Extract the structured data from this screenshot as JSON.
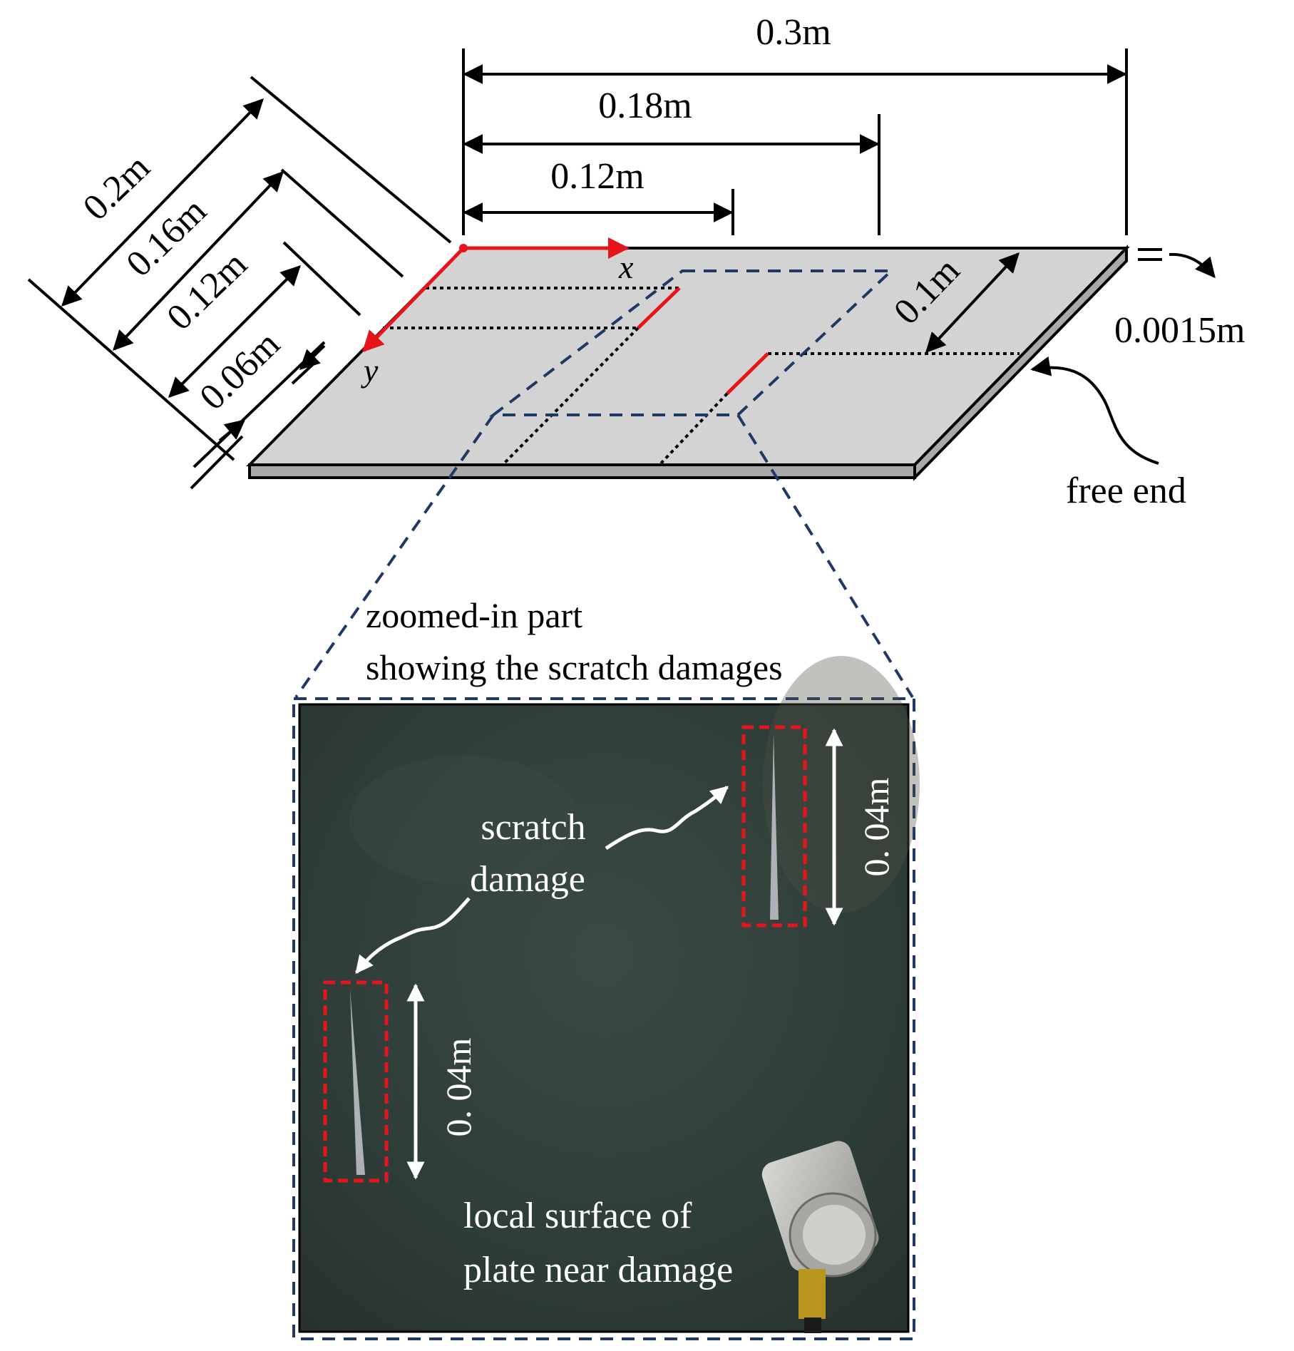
{
  "dimensions": {
    "length_x": "0.3m",
    "damage1_x": "0.18m",
    "damage2_x": "0.12m",
    "width_y": "0.2m",
    "line_y1": "0.16m",
    "line_y2": "0.12m",
    "damage_y": "0.06m",
    "thickness": "0.0015m",
    "crack_offset": "0.1m"
  },
  "axes": {
    "x": "x",
    "y": "y"
  },
  "labels": {
    "free_end": "free end",
    "zoom_line1": "zoomed-in part",
    "zoom_line2": "showing the scratch damages",
    "scratch_line1": "scratch",
    "scratch_line2": "damage",
    "damage_len_right": "0. 04m",
    "damage_len_left": "0. 04m",
    "surface_line1": "local surface of",
    "surface_line2": "plate near damage"
  },
  "colors": {
    "plate": "#d3d3d3",
    "plate_edge": "#a9a9a9",
    "damage": "#e8141b",
    "zoom_frame": "#1f3864",
    "photo_bg": "#2e3a36"
  }
}
